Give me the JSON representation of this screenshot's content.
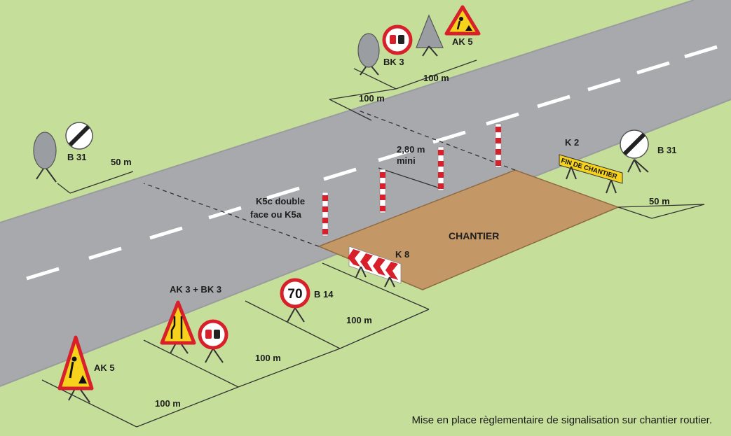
{
  "labels": {
    "ak5_top": "AK 5",
    "bk3_top": "BK 3",
    "d100_top_a": "100 m",
    "d100_top_b": "100 m",
    "b31_left": "B 31",
    "d50_left": "50 m",
    "width_a": "2,80 m",
    "width_b": "mini",
    "k5c_a": "K5c double",
    "k5c_b": "face ou K5a",
    "k2": "K 2",
    "fin_chantier": "FIN DE CHANTIER",
    "b31_right": "B 31",
    "d50_right": "50 m",
    "chantier": "CHANTIER",
    "k8": "K 8",
    "ak3_bk3": "AK 3 + BK 3",
    "b14": "B 14",
    "speed_70": "70",
    "d100_b1": "100 m",
    "d100_b2": "100 m",
    "ak5_bottom": "AK 5",
    "d100_b3": "100 m"
  },
  "caption": "Mise en place règlementaire de signalisation sur chantier routier.",
  "colors": {
    "grass": "#c5df9a",
    "road": "#a8a9ad",
    "worksite": "#c39866",
    "sign_red": "#d7202a",
    "sign_yellow": "#f6d21c",
    "sign_back": "#9a9ea3"
  }
}
